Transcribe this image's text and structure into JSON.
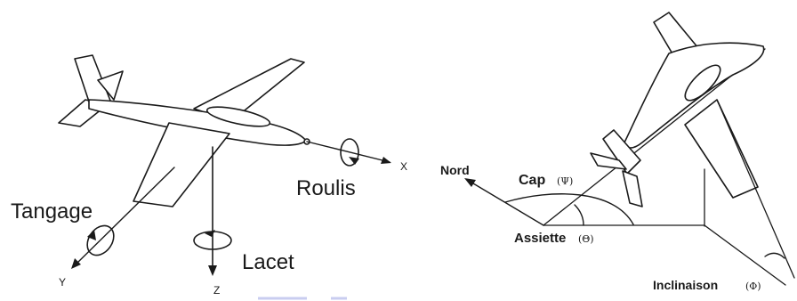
{
  "left_figure": {
    "axis_x_label": "X",
    "axis_y_label": "Y",
    "axis_z_label": "Z",
    "roll_label": "Roulis",
    "pitch_label": "Tangage",
    "yaw_label": "Lacet"
  },
  "right_figure": {
    "north_label": "Nord",
    "heading_label": "Cap",
    "heading_symbol": "(Ψ)",
    "attitude_label": "Assiette",
    "attitude_symbol": "(Θ)",
    "bank_label": "Inclinaison",
    "bank_symbol": "(Φ)"
  },
  "colors": {
    "ink": "#1a1a1a",
    "accent_marks": "#c9cdf0"
  }
}
